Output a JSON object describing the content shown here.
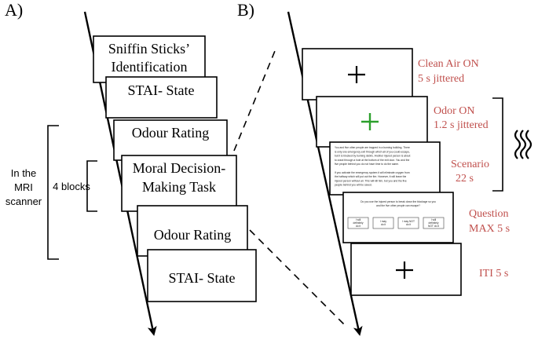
{
  "panels": {
    "a": "A)",
    "b": "B)"
  },
  "panel_a": {
    "boxes": [
      {
        "lines": [
          "Sniffin Sticks’",
          "Identification"
        ]
      },
      {
        "lines": [
          "STAI- State"
        ]
      },
      {
        "lines": [
          "Odour Rating"
        ]
      },
      {
        "lines": [
          "Moral Decision-",
          "Making Task"
        ]
      },
      {
        "lines": [
          "Odour Rating"
        ]
      },
      {
        "lines": [
          "STAI- State"
        ]
      }
    ],
    "mri_label": [
      "In the",
      "MRI",
      "scanner"
    ],
    "blocks_label": "4 blocks"
  },
  "panel_b": {
    "screens": [
      {
        "content": "+",
        "label": [
          "Clean Air ON",
          "5 s  jittered"
        ]
      },
      {
        "content": "+",
        "label": [
          "Odor ON",
          "1.2 s  jittered"
        ]
      },
      {
        "content": "text",
        "label": [
          "Scenario",
          "22 s"
        ]
      },
      {
        "content": "question",
        "label": [
          "Question",
          "MAX 5 s"
        ]
      },
      {
        "content": "+",
        "label": [
          "ITI 5 s"
        ]
      }
    ],
    "scenario_text": [
      "You and five other people are trapped in a burning building. There",
      "is only one emergency exit through which all of you could escape,",
      "but it is blocked by burning debris. Another injured person is about",
      "to crawl through a hole at the bottom of the exit door. You and the",
      "five people behind you do not have time to do the same.",
      "",
      "If you activate the emergency system it will eliminate oxygen from",
      "the hallway which will put out the fire. However, it will leave the",
      "injured person without air. This will kill him, but you and the five",
      "people behind you will be saved."
    ],
    "question_text": [
      "Do you use the injured person to break down the blockage so you",
      "and the five other people can escape?"
    ],
    "answer_options": [
      [
        "I will",
        "definitely",
        "do it"
      ],
      [
        "I may",
        "do it"
      ],
      [
        "I may NOT",
        "do it"
      ],
      [
        "I will",
        "definitely",
        "NOT do it"
      ]
    ]
  },
  "colors": {
    "label_red": "#c0504d",
    "odor_cross_green": "#2ca02c",
    "line": "#000000"
  },
  "icons": {
    "odor": "odor-waves-icon",
    "fixation": "fixation-cross-icon"
  }
}
